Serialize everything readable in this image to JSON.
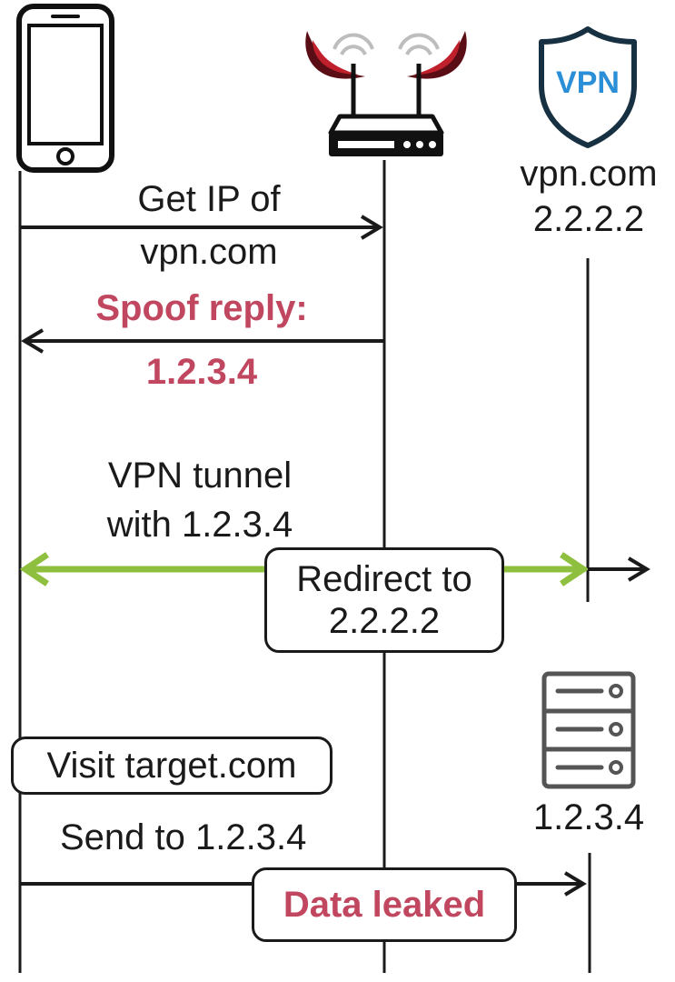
{
  "colors": {
    "ink": "#1a1a1a",
    "accent": "#c0475f",
    "tunnel": "#8fbf3e",
    "shield": "#173142",
    "vpn_text": "#2a8fd6",
    "horn_dark": "#5a0d14",
    "horn_red": "#c0202c",
    "server_gray": "#555555"
  },
  "icons": {
    "client": "smartphone-icon",
    "attacker": "malicious-router-icon",
    "vpn": "vpn-shield-icon",
    "target_server": "server-icon"
  },
  "vpn_badge": {
    "text": "VPN"
  },
  "vpn_server": {
    "domain": "vpn.com",
    "ip": "2.2.2.2"
  },
  "attacker_server": {
    "ip": "1.2.3.4"
  },
  "messages": {
    "dns_query_line1": "Get IP of",
    "dns_query_line2": "vpn.com",
    "spoof_line1": "Spoof reply:",
    "spoof_line2": "1.2.3.4",
    "tunnel_line1": "VPN tunnel",
    "tunnel_line2": "with 1.2.3.4",
    "redirect_line1": "Redirect to",
    "redirect_line2": "2.2.2.2",
    "visit": "Visit target.com",
    "send": "Send to 1.2.3.4",
    "leak": "Data leaked"
  }
}
